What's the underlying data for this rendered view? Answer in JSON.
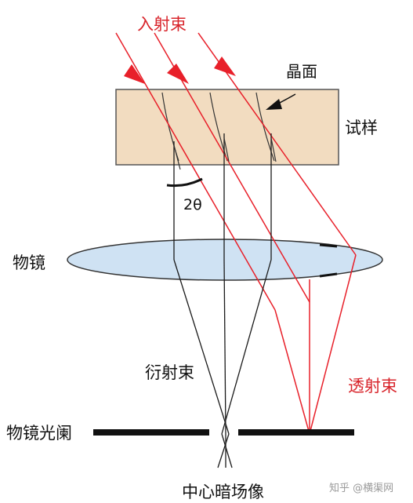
{
  "labels": {
    "incident_beam": "入射束",
    "crystal_plane": "晶面",
    "specimen": "试样",
    "angle": "2θ",
    "objective_lens": "物镜",
    "diffracted_beam": "衍射束",
    "transmitted_beam": "透射束",
    "objective_aperture": "物镜光阑",
    "image_title": "中心暗场像",
    "watermark": "知乎 @横渠网"
  },
  "colors": {
    "red_beam": "#e8202a",
    "black_beam": "#1a1a1a",
    "specimen_fill": "#f2dcc0",
    "specimen_stroke": "#555555",
    "lens_fill": "#cfe2f3",
    "lens_stroke": "#333333",
    "aperture": "#111111",
    "red_text": "#d8232a",
    "watermark": "#9a9a9a"
  }
}
